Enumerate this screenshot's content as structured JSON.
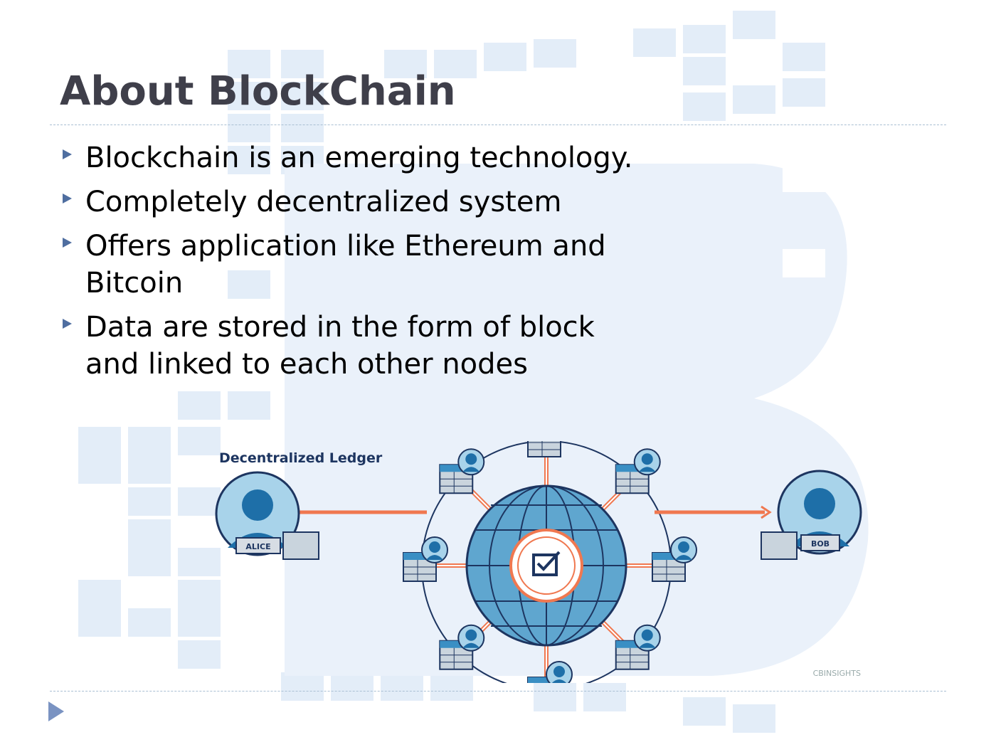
{
  "slide": {
    "title": "About BlockChain",
    "bullets": [
      "Blockchain is an emerging technology.",
      "Completely decentralized system",
      "Offers application like Ethereum and Bitcoin",
      "Data are stored in the form of block and linked to each other nodes"
    ]
  },
  "diagram": {
    "title": "Decentralized Ledger",
    "sender_label": "ALICE",
    "receiver_label": "BOB",
    "credit": "CBINSIGHTS"
  },
  "colors": {
    "title": "#3f3f4a",
    "bullet_marker": "#4f6ea0",
    "node_blue": "#3a8fc4",
    "link_orange": "#f07850",
    "navy": "#1d3560"
  }
}
